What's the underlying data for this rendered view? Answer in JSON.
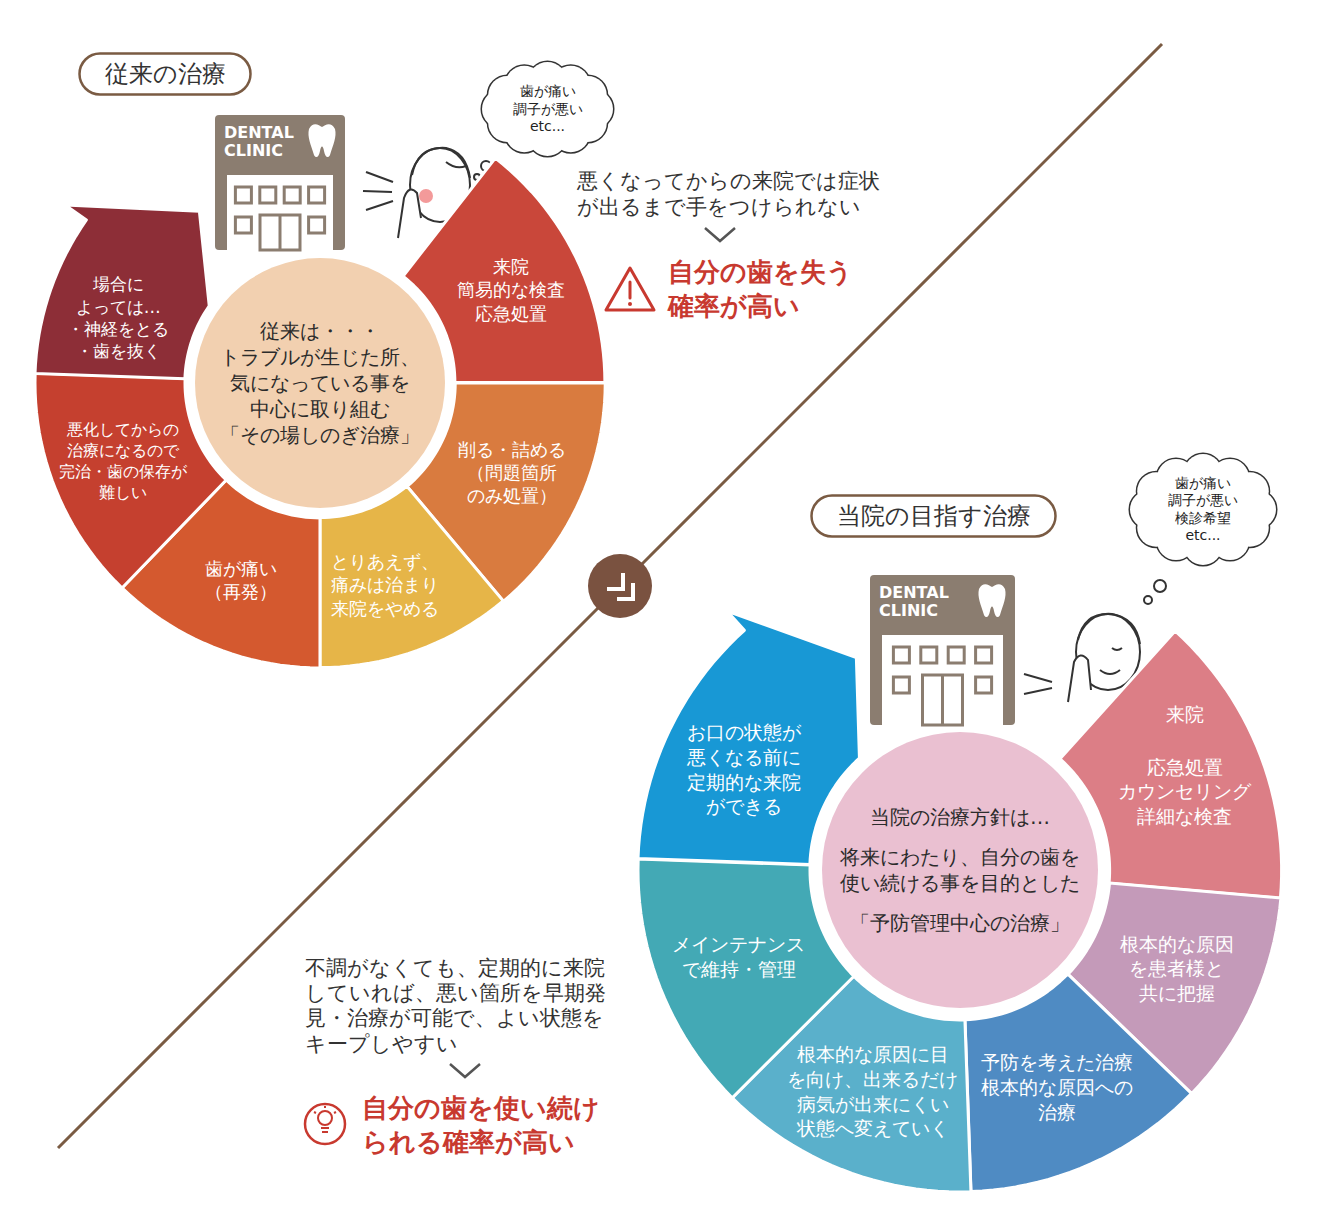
{
  "diagram": {
    "nodes": [
      {
        "text": [
          "従来の治療"
        ]
      },
      {
        "text": [
          "DENTAL CLINIC"
        ]
      },
      {
        "text": [
          "歯が痛い 調子が悪い etc..."
        ]
      },
      {
        "text": [
          "従来は・・・ トラブルが生じた所、 気になっている事を 中心に取り組む",
          "「その場しのぎ治療」"
        ]
      },
      {
        "text": [
          "来院 簡易的な検査 応急処置"
        ]
      },
      {
        "text": [
          "削る・詰める （問題箇所 のみ処置）"
        ]
      },
      {
        "text": [
          "とりあえず、 痛みは治まり 来院をやめる"
        ]
      },
      {
        "text": [
          "歯が痛い （再発）"
        ]
      },
      {
        "text": [
          "悪化してからの 治療になるので 完治・歯の保存が 難しい"
        ]
      },
      {
        "text": [
          "場合に よっては… ・神経をとる ・歯を抜く"
        ]
      },
      {
        "text": [
          "当院の目指す治療"
        ]
      },
      {
        "text": [
          "DENTAL CLINIC"
        ]
      },
      {
        "text": [
          "歯が痛い 調子が悪い 検診希望 etc..."
        ]
      },
      {
        "text": [
          "当院の治療方針は…",
          "将来にわたり、自分の歯を 使い続ける事を目的とした",
          "「予防管理中心の治療」"
        ]
      },
      {
        "text": [
          "来院",
          "応急処置 カウンセリング 詳細な検査"
        ]
      },
      {
        "text": [
          "根本的な原因 を患者様と 共に把握"
        ]
      },
      {
        "text": [
          "予防を考えた治療 根本的な原因への 治療"
        ]
      },
      {
        "text": [
          "根本的な原因に目 を向け、出来るだけ 病気が出来にくい 状態へ変えていく"
        ]
      },
      {
        "text": [
          "メインテナンス で維持・管理"
        ]
      },
      {
        "text": [
          "お口の状態が 悪くなる前に 定期的な来院 ができる"
        ]
      }
    ],
    "labels": [
      "悪くなってからの来院では症状 が出るまで手をつけられない",
      "自分の歯を失う 確率が高い",
      "不調がなくても、定期的に来院 していれば、悪い箇所を早期発 見・治療が可能で、よい状態を キープしやすい",
      "自分の歯を使い続け られる確率が高い"
    ]
  }
}
